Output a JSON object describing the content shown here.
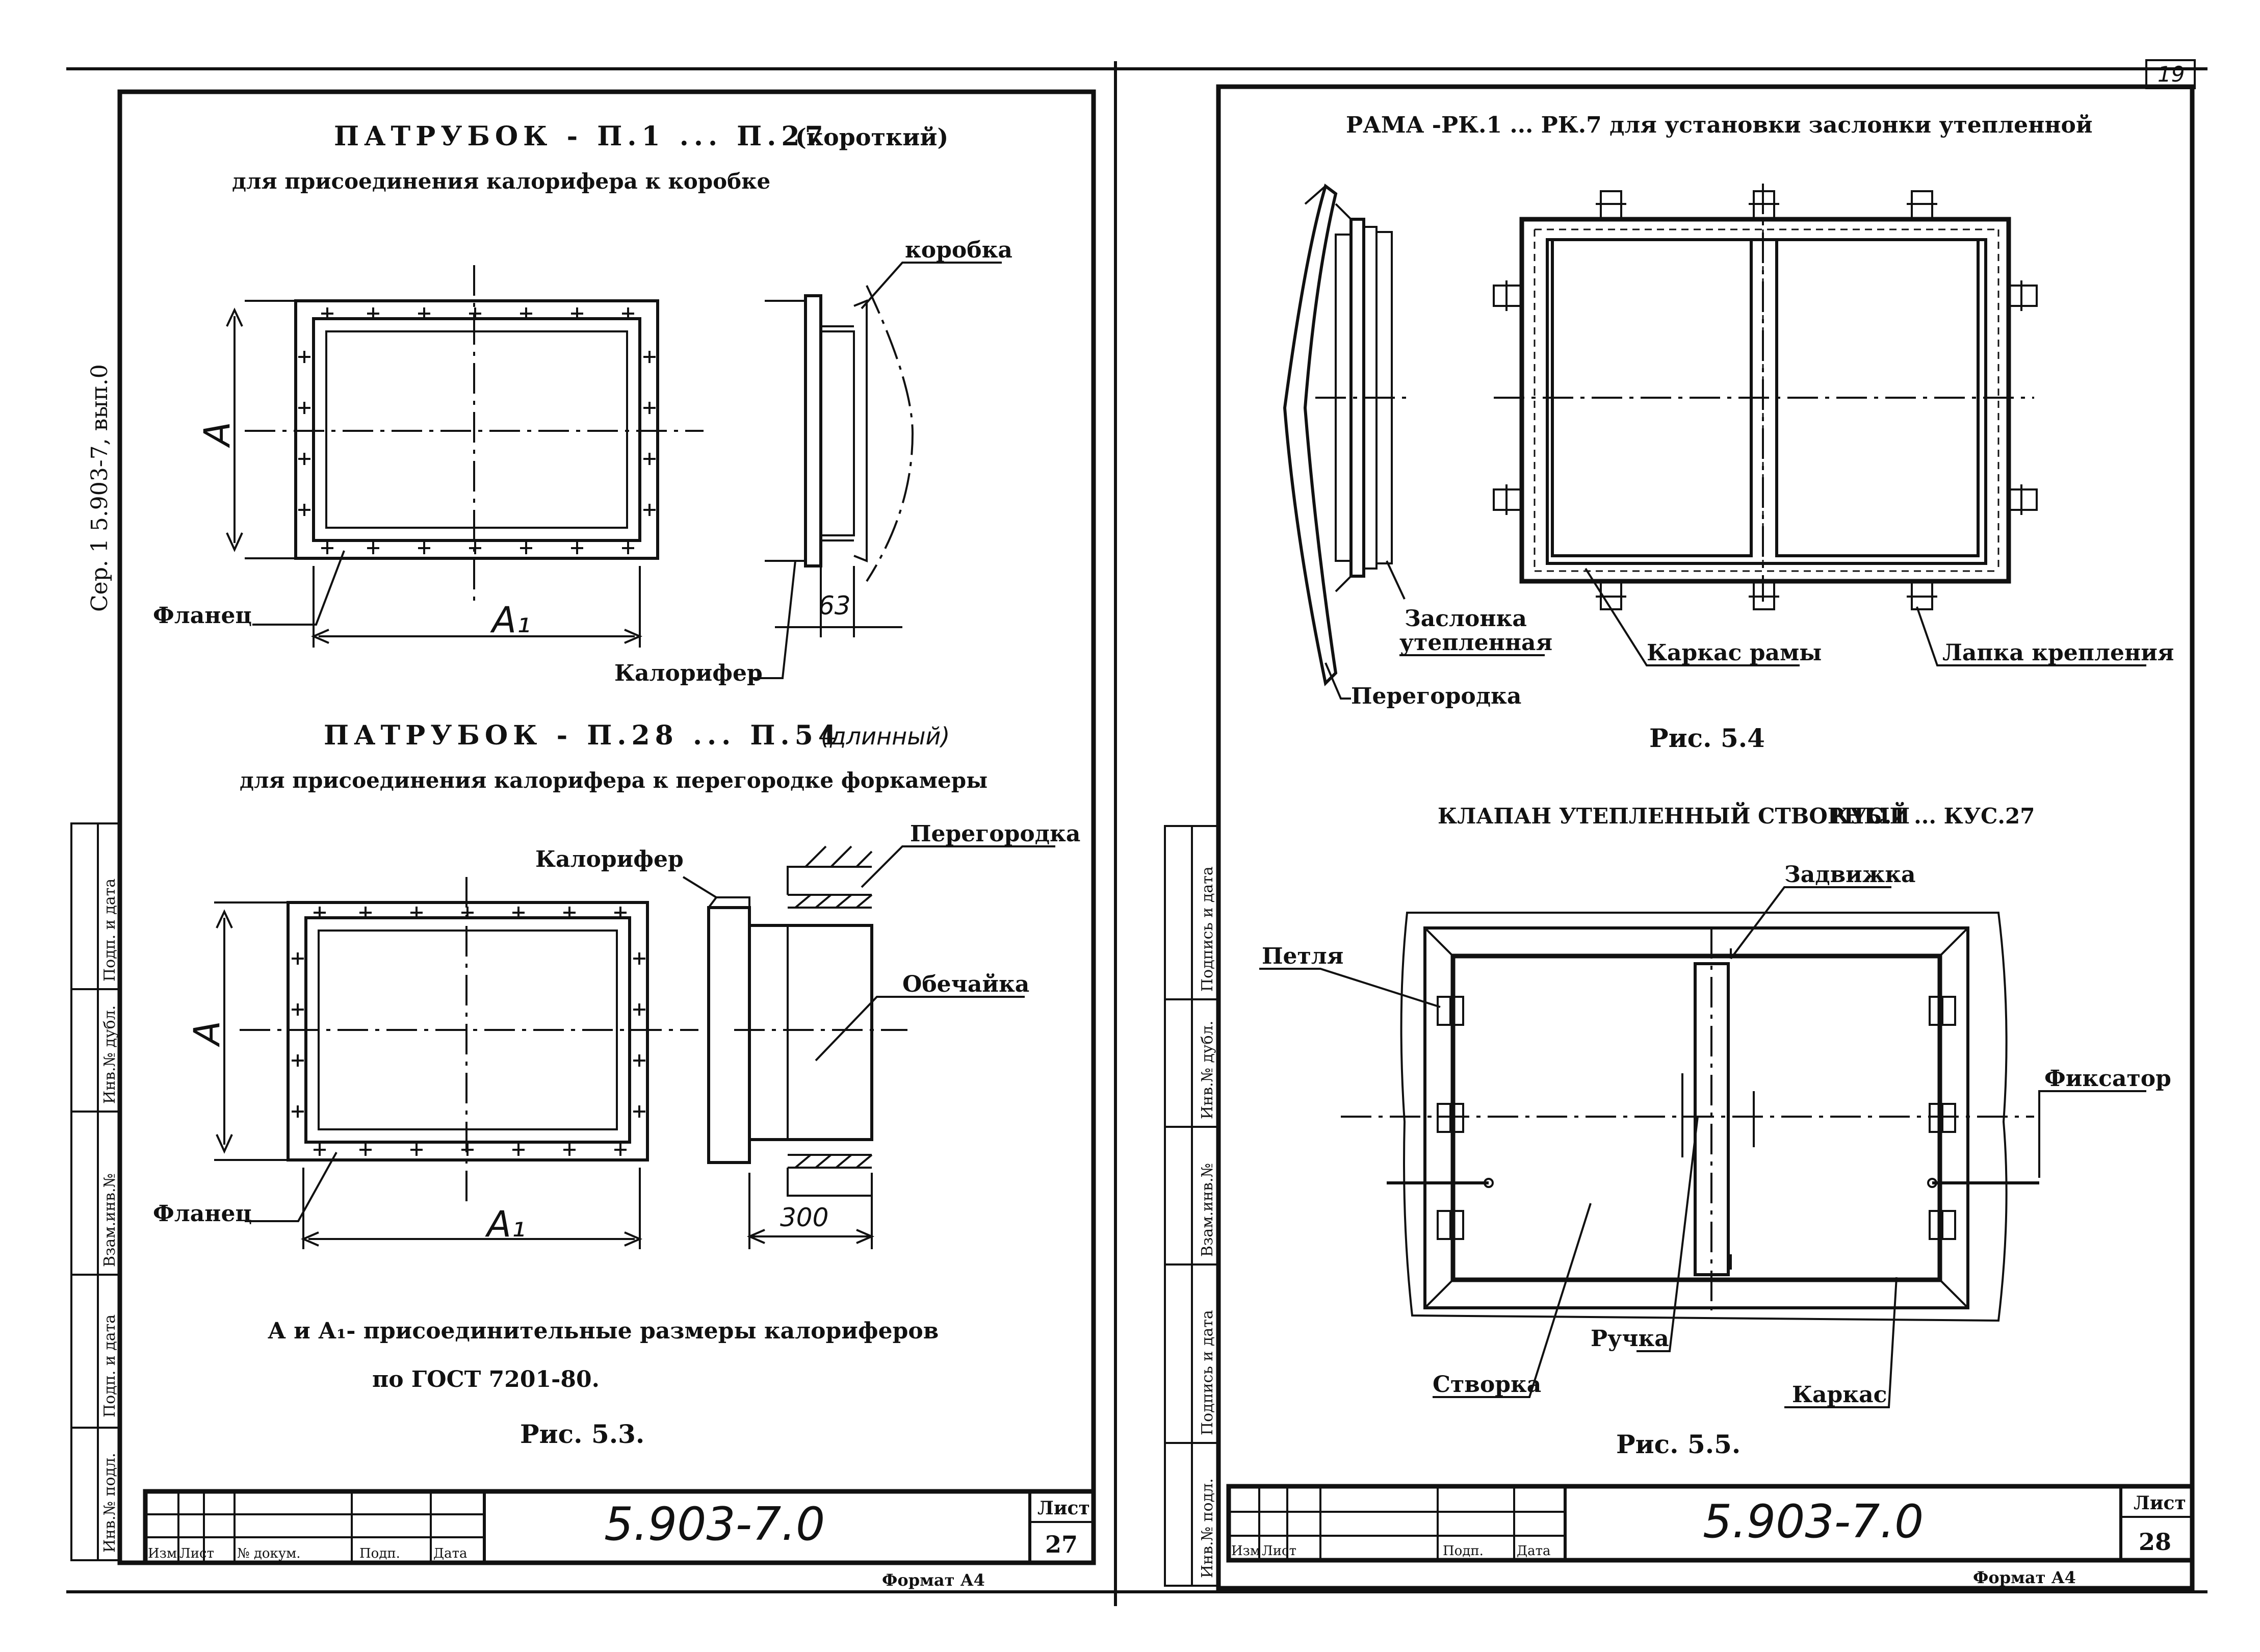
{
  "page_corner_number": "19",
  "left_sheet": {
    "side_stamp": "Сер. 1 5.903-7, вып.0",
    "fig53": {
      "title_short": "ПАТРУБОК - П.1 ... П.27",
      "title_short_note": "(короткий)",
      "subtitle_short": "для присоединения калорифера к коробке",
      "label_korobka": "коробка",
      "label_flanets": "Фланец",
      "label_kalorifer": "Калорифер",
      "dim_A": "A",
      "dim_A1": "A₁",
      "dim_63": "63",
      "title_long": "ПАТРУБОК - П.28 ... П.54",
      "title_long_note": "(длинный)",
      "subtitle_long": "для присоединения калорифера к перегородке форкамеры",
      "label_kalorifer2": "Калорифер",
      "label_peregorodka": "Перегородка",
      "label_obechaika": "Обечайка",
      "label_flanets2": "Фланец",
      "dim_300": "300",
      "note_line1": "А и А₁- присоединительные размеры калориферов",
      "note_line2": "по ГОСТ 7201-80.",
      "caption": "Рис. 5.3."
    },
    "title_block": {
      "code": "5.903-7.0",
      "sheet_label": "Лист",
      "sheet_no": "27",
      "cols": [
        "Изм",
        "Лист",
        "№ докум.",
        "Подп.",
        "Дата"
      ],
      "format": "Формат А4"
    },
    "margin_cells": [
      "Инв.№ подл.",
      "Подп. и дата",
      "Взам.инв.№",
      "Инв.№ дубл.",
      "Подп. и дата"
    ]
  },
  "right_sheet": {
    "fig54": {
      "title": "РАМА -РК.1 ... РК.7 для установки заслонки утепленной",
      "label_zaslonka": "Заслонка утепленная",
      "label_peregorodka": "Перегородка",
      "label_karkas_ramy": "Каркас рамы",
      "label_lapka": "Лапка крепления",
      "caption": "Рис. 5.4"
    },
    "fig55": {
      "title": "КЛАПАН УТЕПЛЕННЫЙ СТВОРНЫЙ",
      "title_range": "КУС.1 ... КУС.27",
      "label_zadvizhka": "Задвижка",
      "label_petlya": "Петля",
      "label_fiksator": "Фиксатор",
      "label_ruchka": "Ручка",
      "label_stvorka": "Створка",
      "label_karkas": "Каркас",
      "caption": "Рис. 5.5."
    },
    "title_block": {
      "code": "5.903-7.0",
      "sheet_label": "Лист",
      "sheet_no": "28",
      "cols": [
        "Изм",
        "Лист",
        "",
        "Подп.",
        "Дата"
      ],
      "format": "Формат А4"
    },
    "margin_cells": [
      "Инв.№ подл.",
      "Подпись и дата",
      "Взам.инв.№",
      "Инв.№ дубл.",
      "Подпись и дата"
    ]
  }
}
